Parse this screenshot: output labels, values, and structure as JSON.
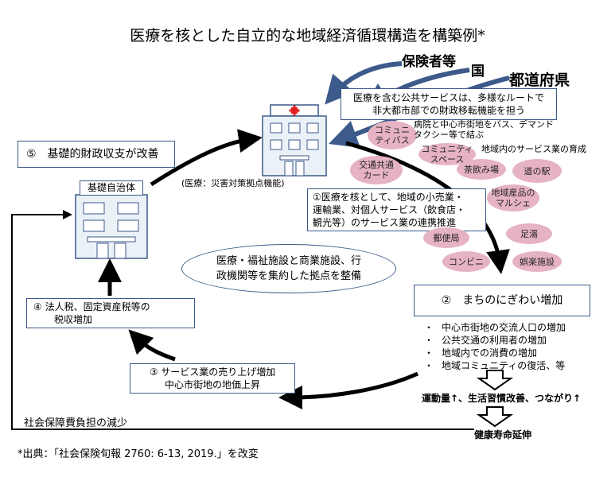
{
  "title": "医療を核とした自立的な地域経済循環構造を構築例*",
  "actors": [
    "保険者等",
    "国",
    "都道府県"
  ],
  "redistribution_box": [
    "医療を含む公共サービスは、多様なルートで",
    "非大都市部での財政移転機能を担う"
  ],
  "hospital_label": "(医療：災害対策拠点機能)",
  "municipality_label": "基礎自治体",
  "step5": "⑤　基礎的財政収支が改善",
  "step1": [
    "①医療を核として、地域の小売業・",
    "運輸業、対個人サービス（飲食店・",
    "観光等）のサービス業の連携推進"
  ],
  "step2": "②　まちのにぎわい増加",
  "step2_bullets": [
    "中心市街地の交流人口の増加",
    "公共交通の利用者の増加",
    "地域内での消費の増加",
    "地域コミュニティの復活、等"
  ],
  "step3": [
    "③ サービス業の売り上げ増加",
    "中心市街地の地価上昇"
  ],
  "step4": [
    "④ 法人税、固定資産税等の",
    "税収増加"
  ],
  "center_ellipse": [
    "医療・福祉施設と商業施設、行",
    "政機関等を集約した拠点を整備"
  ],
  "outcome1": "運動量↑、生活習慣改善、つながり↑",
  "outcome2": "健康寿命延伸",
  "social_security": "社会保障費負担の減少",
  "source": "*出典：「社会保険旬報 2760: 6-13, 2019.」を改変",
  "services": {
    "community_bus": [
      "コミュニ",
      "ティバス"
    ],
    "bus_demand": [
      "病院と中心市街地をバス、デマンド",
      "タクシー等で結ぶ"
    ],
    "community_space": [
      "コミュニティ",
      "スペース"
    ],
    "regional_service": "地域内のサービス業の育成",
    "transit_card": [
      "交通共通",
      "カード"
    ],
    "cafe": "茶飲み場",
    "roadside_station": "道の駅",
    "marche": [
      "地域産品の",
      "マルシェ"
    ],
    "post_office": "郵便局",
    "footbath": "足湯",
    "convenience_store": "コンビニ",
    "entertainment": "娯楽施設"
  },
  "colors": {
    "box_border": "#3c5a8a",
    "blob": "#e6b3c2",
    "arrow": "#000000",
    "cross": "#e02020"
  }
}
